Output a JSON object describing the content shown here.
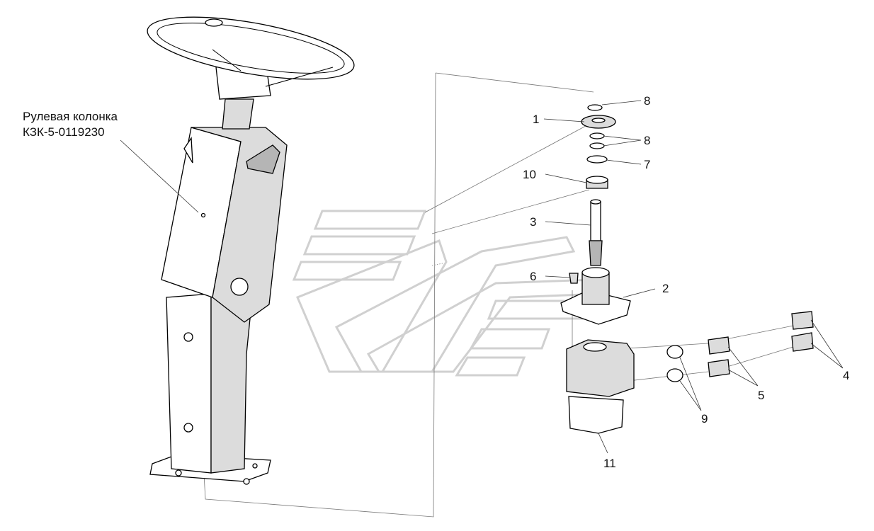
{
  "assembly_caption": {
    "line1": "Рулевая колонка",
    "line2": "КЗК-5-0119230"
  },
  "part_labels": [
    "8",
    "1",
    "8",
    "7",
    "10",
    "3",
    "6",
    "2",
    "4",
    "5",
    "9",
    "11"
  ],
  "colors": {
    "outline": "#000000",
    "shade": "#dcdcdc",
    "watermark": "#d0d0d0"
  }
}
